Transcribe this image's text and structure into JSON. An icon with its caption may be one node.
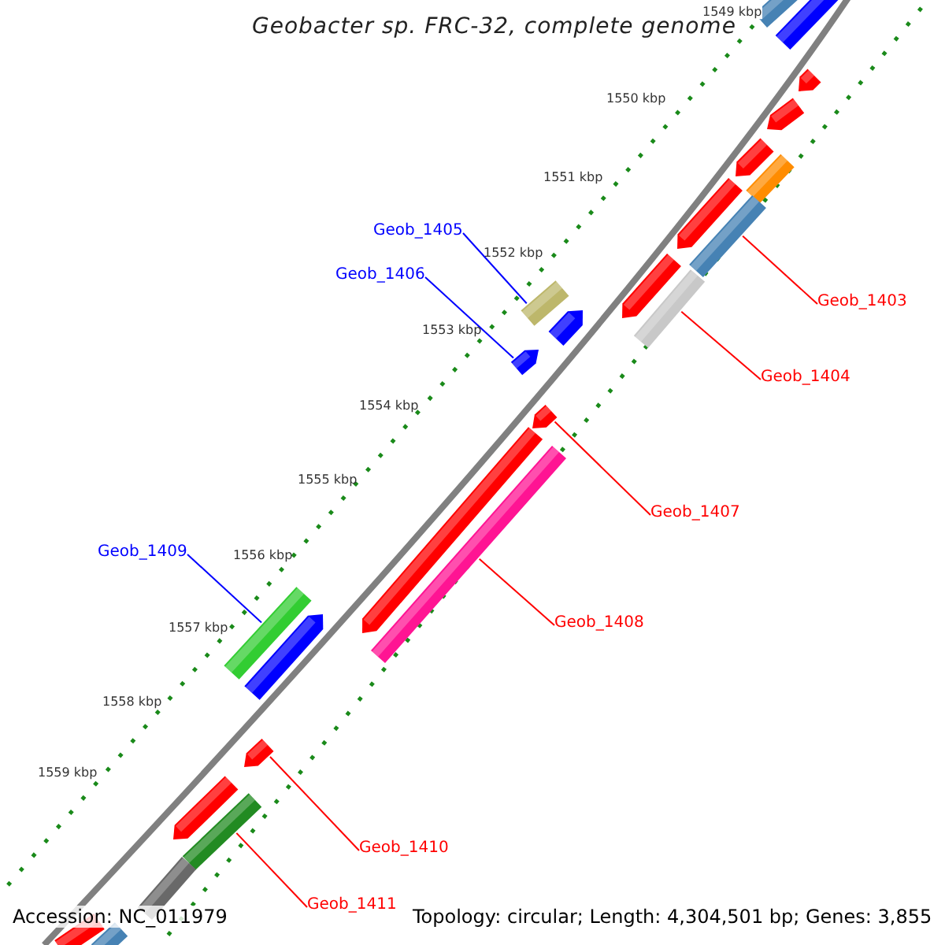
{
  "diagram": {
    "title": "Geobacter sp. FRC-32, complete genome",
    "nodes": [
      {
        "text": [
          "Geob_1405"
        ]
      },
      {
        "text": [
          "Geob_1406"
        ]
      },
      {
        "text": [
          "Geob_1403"
        ]
      },
      {
        "text": [
          "Geob_1404"
        ]
      },
      {
        "text": [
          "Geob_1407"
        ]
      },
      {
        "text": [
          "Geob_1408"
        ]
      },
      {
        "text": [
          "Geob_1409"
        ]
      },
      {
        "text": [
          "Geob_1410"
        ]
      },
      {
        "text": [
          "Geob_1411"
        ]
      },
      {
        "text": [],
        "shape": "bar"
      },
      {
        "text": [],
        "shape": "bar"
      },
      {
        "text": [],
        "shape": "bar"
      },
      {
        "text": [],
        "shape": "bar"
      },
      {
        "text": [],
        "shape": "bar"
      },
      {
        "text": [],
        "shape": "bar"
      },
      {
        "text": [],
        "shape": "bar"
      },
      {
        "text": [],
        "shape": "bar"
      },
      {
        "text": [],
        "shape": "bar"
      },
      {
        "text": [],
        "shape": "bar"
      },
      {
        "text": [],
        "shape": "bar"
      },
      {
        "text": [],
        "shape": "bar"
      },
      {
        "text": [],
        "shape": "bar"
      },
      {
        "text": [],
        "shape": "bar"
      },
      {
        "text": [],
        "shape": "bar"
      },
      {
        "text": [],
        "shape": "bar"
      },
      {
        "text": [],
        "shape": "bar"
      },
      {
        "text": [],
        "shape": "bar"
      },
      {
        "text": [],
        "shape": "bar"
      },
      {
        "text": [],
        "shape": "bar"
      },
      {
        "text": [],
        "shape": "bar"
      },
      {
        "text": [],
        "shape": "bar"
      },
      {
        "text": [],
        "shape": "bar"
      },
      {
        "text": [],
        "shape": "bar"
      }
    ],
    "edges": [
      {
        "from": 0,
        "to": 17,
        "arrow": "none",
        "color": "#0000ff"
      },
      {
        "from": 1,
        "to": 21,
        "arrow": "none",
        "color": "#0000ff"
      },
      {
        "from": 2,
        "to": 16,
        "arrow": "none",
        "color": "#ff0000"
      },
      {
        "from": 3,
        "to": 20,
        "arrow": "none",
        "color": "#ff0000"
      },
      {
        "from": 4,
        "to": 22,
        "arrow": "none",
        "color": "#ff0000"
      },
      {
        "from": 5,
        "to": 24,
        "arrow": "none",
        "color": "#ff0000"
      },
      {
        "from": 6,
        "to": 25,
        "arrow": "none",
        "color": "#0000ff"
      },
      {
        "from": 7,
        "to": 27,
        "arrow": "none",
        "color": "#ff0000"
      },
      {
        "from": 8,
        "to": 29,
        "arrow": "none",
        "color": "#ff0000"
      }
    ],
    "labels": [
      "1549 kbp",
      "1550 kbp",
      "1551 kbp",
      "1552 kbp",
      "1553 kbp",
      "1554 kbp",
      "1555 kbp",
      "1556 kbp",
      "1557 kbp",
      "1558 kbp",
      "1559 kbp",
      "Accession: NC_011979",
      "Topology: circular; Length: 4,304,501 bp; Genes: 3,855"
    ]
  }
}
